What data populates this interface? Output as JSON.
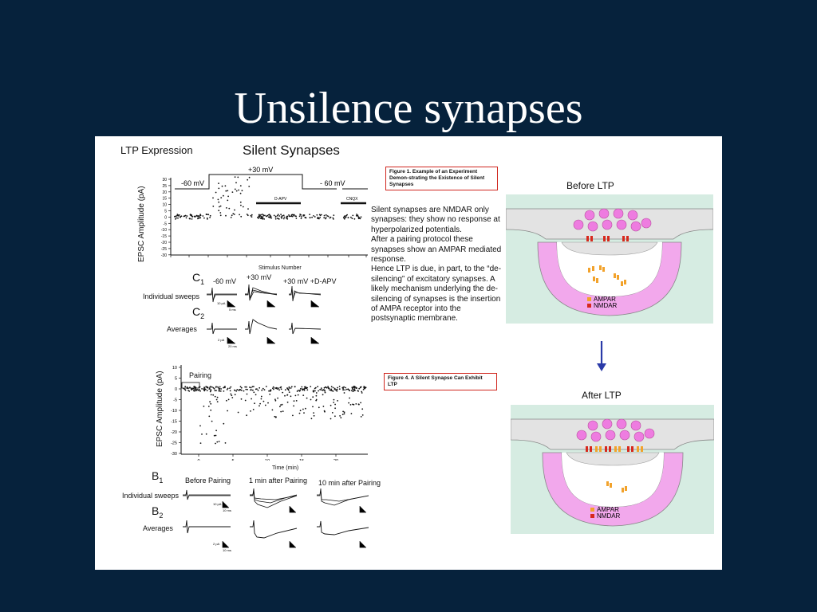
{
  "slide": {
    "title": "Unsilence synapses"
  },
  "figure": {
    "header_left": "LTP Expression",
    "header_center": "Silent Synapses",
    "top_chart": {
      "ylabel": "EPSC Amplitude (pA)",
      "xlabel": "Stimulus Number",
      "yticks": [
        "30",
        "25",
        "20",
        "15",
        "10",
        "5",
        "0",
        "-5",
        "-10",
        "-15",
        "-20",
        "-25",
        "-30"
      ],
      "xticks": [
        "0",
        "100",
        "200",
        "300",
        "400",
        "600",
        "700",
        "800",
        "900",
        "1500",
        "1600"
      ],
      "voltage_labels": [
        "-60 mV",
        "+30 mV",
        "- 60 mV"
      ],
      "drug_labels": [
        "D-APV",
        "CNQX"
      ]
    },
    "caption1": "Figure 1.  Example of an Experiment Demon-strating the Existence of Silent Synapses",
    "c_rows": {
      "c1": "C",
      "c1_sub": "1",
      "c2": "C",
      "c2_sub": "2",
      "col_labels": [
        "-60 mV",
        "+30 mV",
        "+30 mV +D-APV"
      ],
      "row_labels": [
        "Individual sweeps",
        "Averages"
      ],
      "scale_labels": [
        "10 pA",
        "5 ms",
        "2 pA",
        "20 ms"
      ]
    },
    "description": [
      "Silent synapses are NMDAR only synapses: they show no response at hyperpolarized potentials.",
      "After a pairing protocol these synapses show an AMPAR mediated response.",
      "Hence LTP is due, in part, to the “de-silencing” of excitatory synapses. A likely mechanism underlying the de-silencing of synapses is the insertion of AMPA receptor into the postsynaptic membrane."
    ],
    "bottom_chart": {
      "ylabel": "EPSC Amplitude (pA)",
      "xlabel": "Time (min)",
      "pairing_label": "Pairing",
      "yticks": [
        "10",
        "5",
        "0",
        "-5",
        "-10",
        "-15",
        "-20",
        "-25",
        "-30"
      ],
      "xticks": [
        "0",
        "5",
        "10",
        "15",
        "20"
      ]
    },
    "caption4": "Figure 4.  A Silent Synapse Can Exhibit LTP",
    "b_rows": {
      "b1": "B",
      "b1_sub": "1",
      "b2": "B",
      "b2_sub": "2",
      "col_labels": [
        "Before Pairing",
        "1 min after Pairing",
        "10 min after Pairing"
      ],
      "row_labels": [
        "Individual sweeps",
        "Averages"
      ],
      "scale_labels": [
        "10 pA",
        "10 ms",
        "2 pA",
        "10 ms"
      ]
    },
    "diagram": {
      "before_title": "Before LTP",
      "after_title": "After LTP",
      "legend_ampar": "AMPAR",
      "legend_nmdar": "NMDAR",
      "colors": {
        "ampar": "#f2a22b",
        "nmdar": "#d7281d",
        "vesicle": "#ee7ce0",
        "membrane": "#f2a8ec",
        "glia": "#d6ece2",
        "presynaptic": "#e3e3e3",
        "arrow": "#2a3aa8"
      }
    }
  }
}
